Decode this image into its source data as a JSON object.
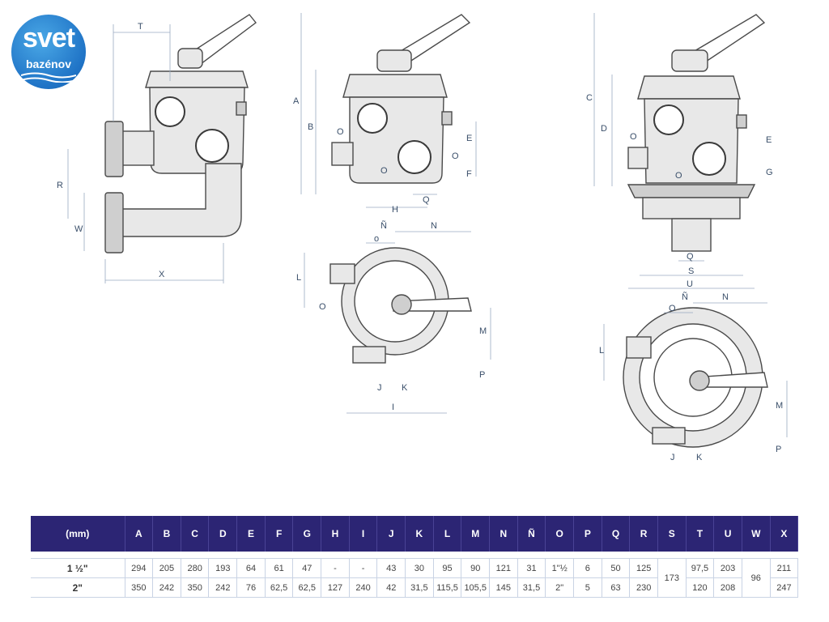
{
  "logo": {
    "main": "svet",
    "sub": "bazénov"
  },
  "dimension_labels": {
    "side_view": [
      "T",
      "R",
      "W",
      "X"
    ],
    "front_view": [
      "A",
      "B",
      "O",
      "O",
      "E",
      "O",
      "F",
      "H",
      "Q"
    ],
    "top_view": [
      "Ñ",
      "o",
      "N",
      "L",
      "O",
      "M",
      "P",
      "J",
      "K",
      "I"
    ],
    "base_front_view": [
      "C",
      "D",
      "O",
      "O",
      "E",
      "G",
      "Q",
      "S",
      "U"
    ],
    "base_top_view": [
      "Ñ",
      "O",
      "N",
      "L",
      "M",
      "P",
      "J",
      "K"
    ]
  },
  "table": {
    "unit_header": "(mm)",
    "columns": [
      "A",
      "B",
      "C",
      "D",
      "E",
      "F",
      "G",
      "H",
      "I",
      "J",
      "K",
      "L",
      "M",
      "N",
      "Ñ",
      "O",
      "P",
      "Q",
      "R",
      "S",
      "T",
      "U",
      "W",
      "X"
    ],
    "rows": [
      {
        "label": "1 ½\"",
        "values": [
          "294",
          "205",
          "280",
          "193",
          "64",
          "61",
          "47",
          "-",
          "-",
          "43",
          "30",
          "95",
          "90",
          "121",
          "31",
          "1\"½",
          "6",
          "50",
          "125",
          "173",
          "97,5",
          "203",
          "96",
          "211"
        ]
      },
      {
        "label": "2\"",
        "values": [
          "350",
          "242",
          "350",
          "242",
          "76",
          "62,5",
          "62,5",
          "127",
          "240",
          "42",
          "31,5",
          "115,5",
          "105,5",
          "145",
          "31,5",
          "2\"",
          "5",
          "63",
          "230",
          "",
          "120",
          "208",
          "",
          "247"
        ]
      }
    ],
    "merged": {
      "S": "173",
      "W": "96"
    }
  }
}
